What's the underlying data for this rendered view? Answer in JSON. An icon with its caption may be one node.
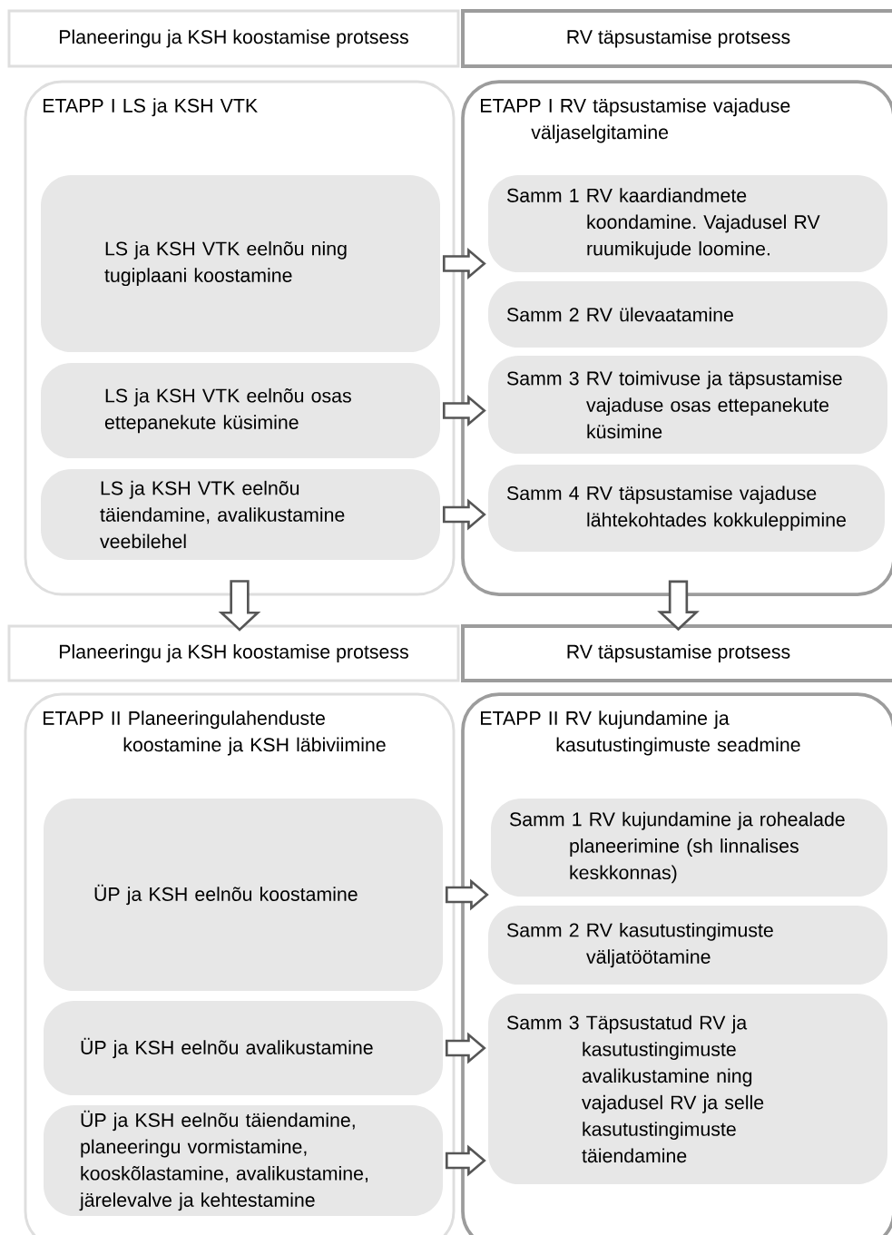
{
  "diagram": {
    "nodes": [
      {
        "text": [
          "Planeeringu ja KSH koostamise protsess"
        ]
      },
      {
        "text": [
          "RV täpsustamise protsess"
        ]
      },
      {
        "text": [
          "ETAPP I LS ja KSH VTK"
        ]
      },
      {
        "text": [
          "LS ja KSH VTK eelnõu ning tugiplaani koostamine"
        ],
        "in": 2
      },
      {
        "text": [
          "LS ja KSH VTK eelnõu osas ettepanekute küsimine"
        ],
        "in": 2
      },
      {
        "text": [
          "LS ja KSH VTK eelnõu täiendamine, avalikustamine veebilehel"
        ],
        "in": 2
      },
      {
        "text": [
          "ETAPP I RV täpsustamise vajaduse väljaselgitamine"
        ]
      },
      {
        "text": [
          "Samm 1 RV kaardiandmete koondamine. Vajadusel RV ruumikujude loomine."
        ],
        "in": 6
      },
      {
        "text": [
          "Samm 2 RV ülevaatamine"
        ],
        "in": 6
      },
      {
        "text": [
          "Samm 3 RV toimivuse ja täpsustamise vajaduse osas ettepanekute küsimine"
        ],
        "in": 6
      },
      {
        "text": [
          "Samm 4 RV täpsustamise vajaduse lähtekohtades kokkuleppimine"
        ],
        "in": 6
      },
      {
        "text": [
          "Planeeringu ja KSH koostamise protsess"
        ]
      },
      {
        "text": [
          "RV täpsustamise protsess"
        ]
      },
      {
        "text": [
          "ETAPP II Planeeringulahenduste koostamine ja KSH läbiviimine"
        ]
      },
      {
        "text": [
          "ÜP ja KSH eelnõu koostamine"
        ],
        "in": 13
      },
      {
        "text": [
          "ÜP ja KSH eelnõu avalikustamine"
        ],
        "in": 13
      },
      {
        "text": [
          "ÜP ja KSH eelnõu täiendamine, planeeringu vormistamine, kooskõlastamine, avalikustamine, järelevalve ja kehtestamine"
        ],
        "in": 13
      },
      {
        "text": [
          "ETAPP II RV kujundamine ja kasutustingimuste seadmine"
        ]
      },
      {
        "text": [
          "Samm 1 RV kujundamine ja rohealade planeerimine (sh linnalises keskkonnas)"
        ],
        "in": 17
      },
      {
        "text": [
          "Samm 2 RV kasutustingimuste väljatöötamine"
        ],
        "in": 17
      },
      {
        "text": [
          "Samm 3 Täpsustatud RV ja kasutustingimuste avalikustamine ning vajadusel RV ja selle kasutustingimuste täiendamine"
        ],
        "in": 17
      }
    ],
    "edges": [
      {
        "from": 3,
        "to": 7,
        "arrow": "to"
      },
      {
        "from": 4,
        "to": 9,
        "arrow": "to"
      },
      {
        "from": 5,
        "to": 10,
        "arrow": "to"
      },
      {
        "from": 2,
        "to": 11,
        "arrow": "to"
      },
      {
        "from": 6,
        "to": 12,
        "arrow": "to"
      },
      {
        "from": 14,
        "to": 18,
        "arrow": "to"
      },
      {
        "from": 15,
        "to": 20,
        "arrow": "to"
      },
      {
        "from": 16,
        "to": 20,
        "arrow": "to"
      }
    ]
  }
}
